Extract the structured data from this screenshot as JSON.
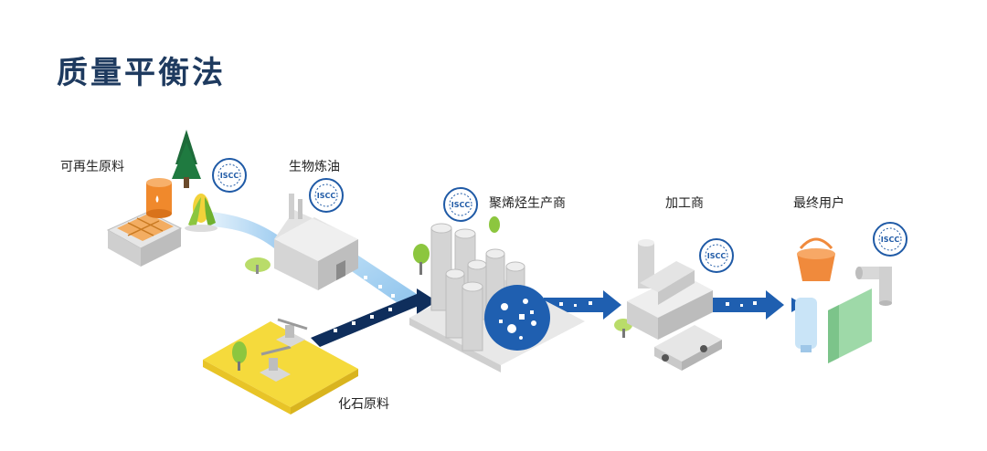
{
  "title": "质量平衡法",
  "stages": {
    "renewable": "可再生原料",
    "biorefinery": "生物炼油",
    "polyolefin": "聚烯烃生产商",
    "processor": "加工商",
    "end_user": "最终用户",
    "fossil": "化石原料"
  },
  "badge_text": "ISCC",
  "colors": {
    "title": "#1e3a5f",
    "dark_flow": "#0f2e5c",
    "blue_flow": "#1f5fb0",
    "light_flow": "#a9d4f2",
    "fossil_base": "#f5da3c",
    "building": "#d9d9d9"
  }
}
